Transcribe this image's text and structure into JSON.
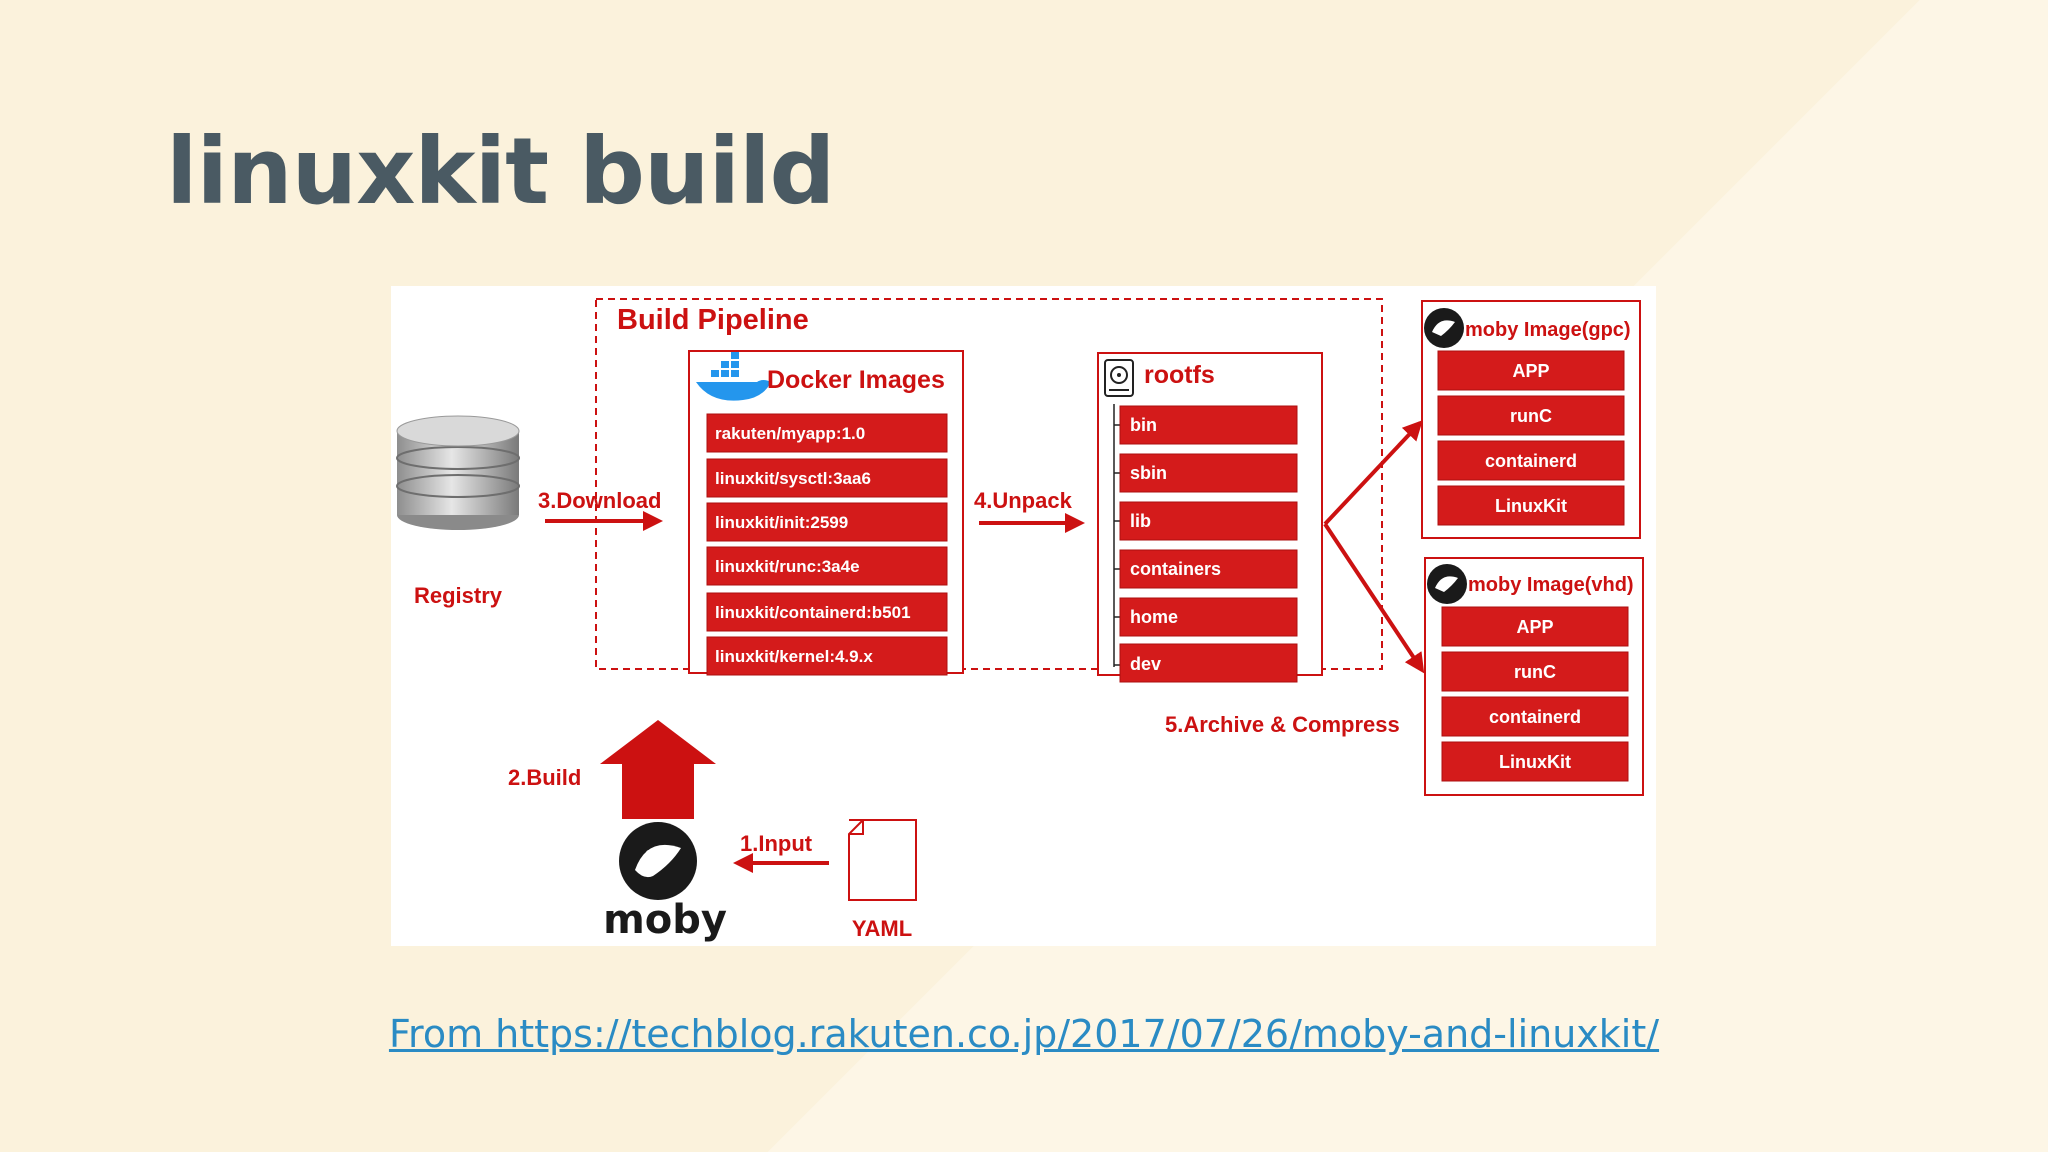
{
  "title": "linuxkit build",
  "diagram": {
    "pipeline_title": "Build Pipeline",
    "registry": "Registry",
    "steps": {
      "download": "3.Download",
      "unpack": "4.Unpack",
      "archive": "5.Archive & Compress",
      "build": "2.Build",
      "input": "1.Input"
    },
    "docker_images": {
      "title": "Docker Images",
      "items": [
        "rakuten/myapp:1.0",
        "linuxkit/sysctl:3aa6",
        "linuxkit/init:2599",
        "linuxkit/runc:3a4e",
        "linuxkit/containerd:b501",
        "linuxkit/kernel:4.9.x"
      ]
    },
    "rootfs": {
      "title": "rootfs",
      "items": [
        "bin",
        "sbin",
        "lib",
        "containers",
        "home",
        "dev"
      ]
    },
    "outputs": [
      {
        "title": "moby Image(gpc)",
        "items": [
          "APP",
          "runC",
          "containerd",
          "LinuxKit"
        ]
      },
      {
        "title": "moby Image(vhd)",
        "items": [
          "APP",
          "runC",
          "containerd",
          "LinuxKit"
        ]
      }
    ],
    "moby_label": "moby",
    "yaml_label": "YAML"
  },
  "source": "From https://techblog.rakuten.co.jp/2017/07/26/moby-and-linuxkit/",
  "colors": {
    "accent_red": "#cc1111",
    "title_gray": "#4a5a63",
    "link_blue": "#2a8bc4"
  }
}
